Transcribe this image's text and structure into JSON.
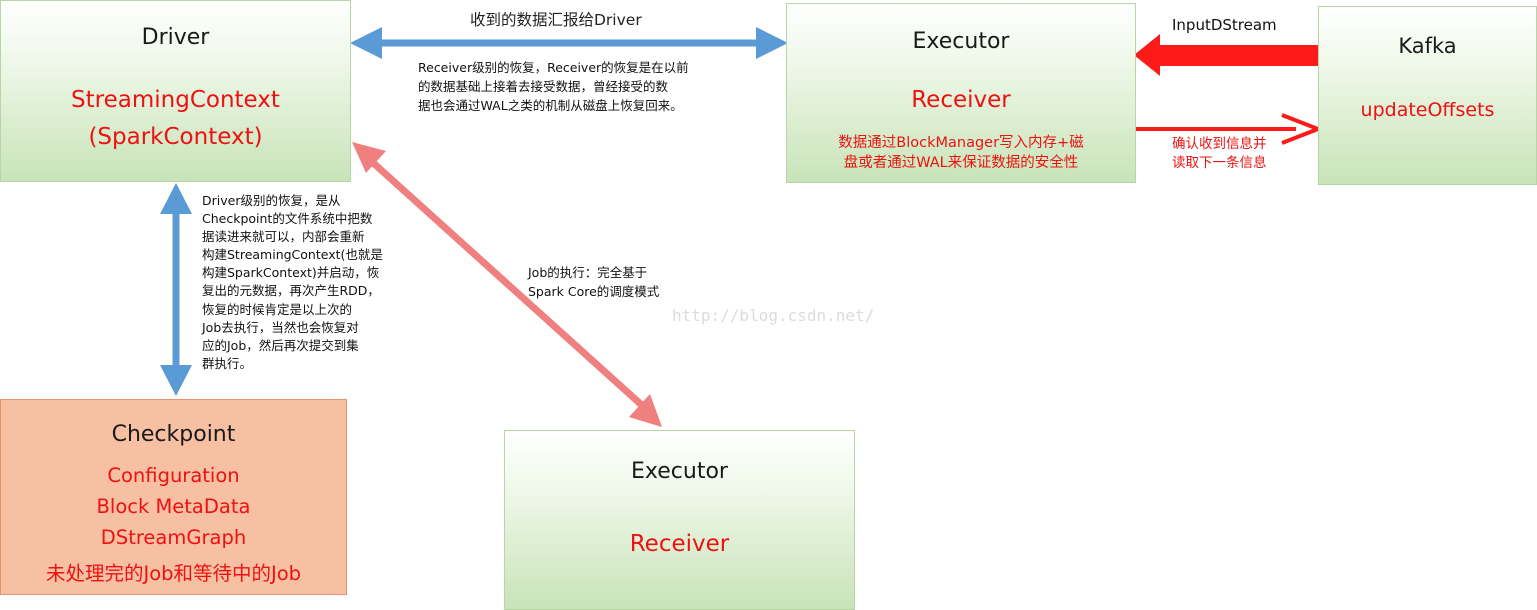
{
  "driver": {
    "title": "Driver",
    "context_line1": "StreamingContext",
    "context_line2": "(SparkContext)"
  },
  "executor_top": {
    "title": "Executor",
    "receiver": "Receiver",
    "desc_line1": "数据通过BlockManager写入内存+磁",
    "desc_line2": "盘或者通过WAL来保证数据的安全性"
  },
  "kafka": {
    "title": "Kafka",
    "offsets": "updateOffsets"
  },
  "checkpoint": {
    "title": "Checkpoint",
    "items": [
      "Configuration",
      "Block MetaData",
      "DStreamGraph",
      "未处理完的Job和等待中的Job"
    ]
  },
  "executor_bottom": {
    "title": "Executor",
    "receiver": "Receiver"
  },
  "labels": {
    "report_to_driver": "收到的数据汇报给Driver",
    "receiver_recovery": [
      "Receiver级别的恢复，Receiver的恢复是在以前",
      "的数据基础上接着去接受数据，曾经接受的数",
      "据也会通过WAL之类的机制从磁盘上恢复回来。"
    ],
    "input_dstream": "InputDStream",
    "confirm": [
      "确认收到信息并",
      "读取下一条信息"
    ],
    "driver_recovery": [
      "Driver级别的恢复，是从",
      "Checkpoint的文件系统中把数",
      "据读进来就可以，内部会重新",
      "构建StreamingContext(也就是",
      "构建SparkContext)并启动，恢",
      "复出的元数据，再次产生RDD，",
      "恢复的时候肯定是以上次的",
      "Job去执行，当然也会恢复对",
      "应的Job，然后再次提交到集",
      "群执行。"
    ],
    "job_exec": [
      "Job的执行：完全基于",
      "Spark Core的调度模式"
    ]
  },
  "watermark": "http://blog.csdn.net/",
  "colors": {
    "blue_arrow": "#5b9bd5",
    "pink_arrow": "#f08080",
    "red_arrow": "#ff1a1a",
    "red_text": "#ee1111"
  }
}
